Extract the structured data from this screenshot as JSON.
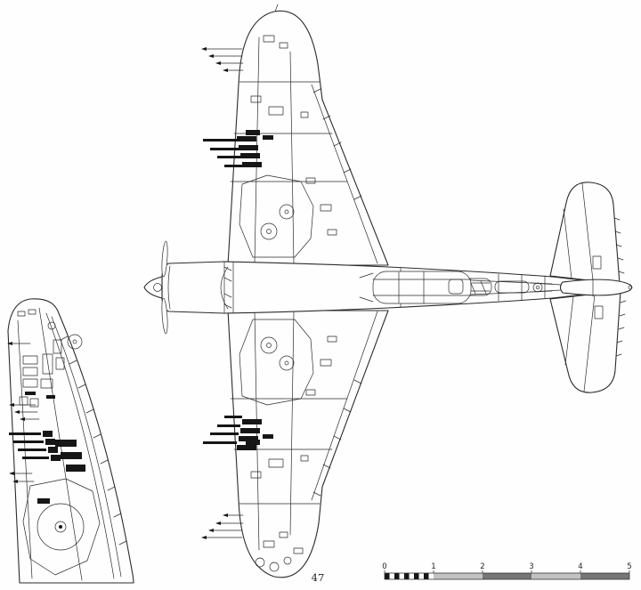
{
  "page": {
    "number": "47"
  },
  "scale_bar": {
    "labels": [
      "0",
      "1",
      "2",
      "3",
      "4",
      "5"
    ]
  },
  "figures": {
    "main": "p-47-thunderbolt-top-plan-view",
    "inset": "port-wing-panel-detail"
  },
  "colors": {
    "ink": "#2b2b2b",
    "paper": "#fefefe",
    "black_fill": "#161616",
    "scale_light": "#c2c2c2",
    "scale_dark": "#767676"
  }
}
